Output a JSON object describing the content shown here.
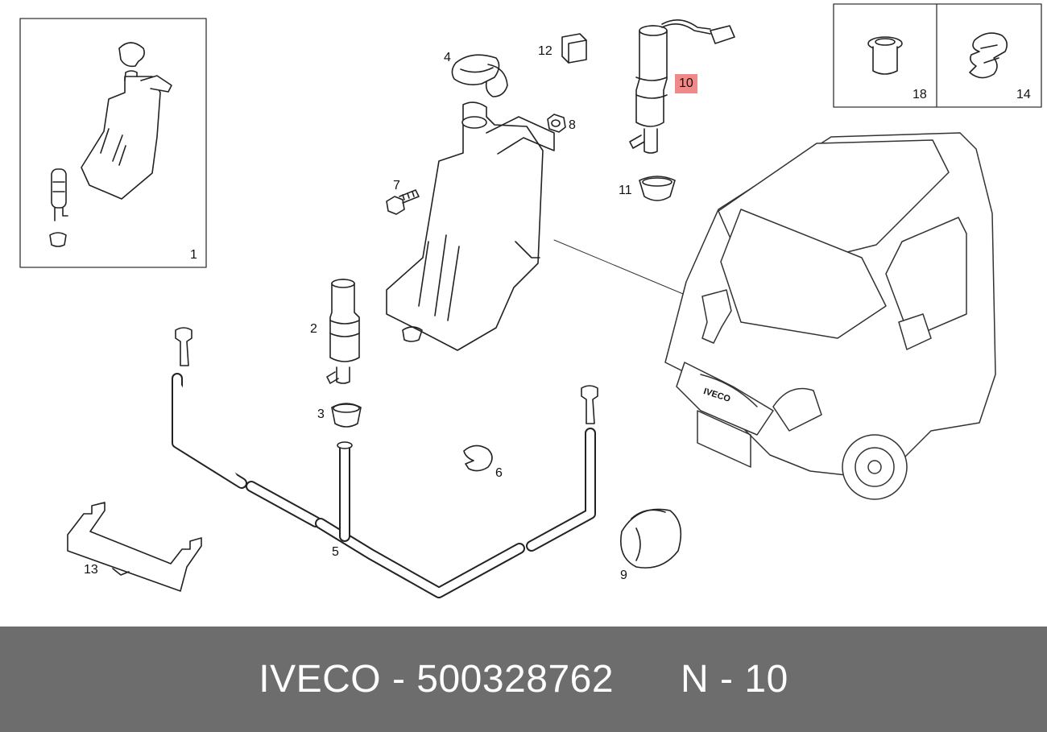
{
  "diagram": {
    "callouts": [
      {
        "id": "1",
        "label": "1"
      },
      {
        "id": "2",
        "label": "2"
      },
      {
        "id": "3",
        "label": "3"
      },
      {
        "id": "4",
        "label": "4"
      },
      {
        "id": "5",
        "label": "5"
      },
      {
        "id": "6",
        "label": "6"
      },
      {
        "id": "7",
        "label": "7"
      },
      {
        "id": "8",
        "label": "8"
      },
      {
        "id": "9",
        "label": "9"
      },
      {
        "id": "10",
        "label": "10",
        "highlighted": true
      },
      {
        "id": "11",
        "label": "11"
      },
      {
        "id": "12",
        "label": "12"
      },
      {
        "id": "13",
        "label": "13"
      },
      {
        "id": "14",
        "label": "14"
      },
      {
        "id": "18",
        "label": "18"
      }
    ],
    "grille_badge": "IVECO",
    "highlight_color": "#f08a8a"
  },
  "footer": {
    "brand": "IVECO",
    "separator": " - ",
    "part_number": "500328762",
    "position_prefix": "N",
    "position_number": "10",
    "background_color": "#6d6d6d"
  }
}
